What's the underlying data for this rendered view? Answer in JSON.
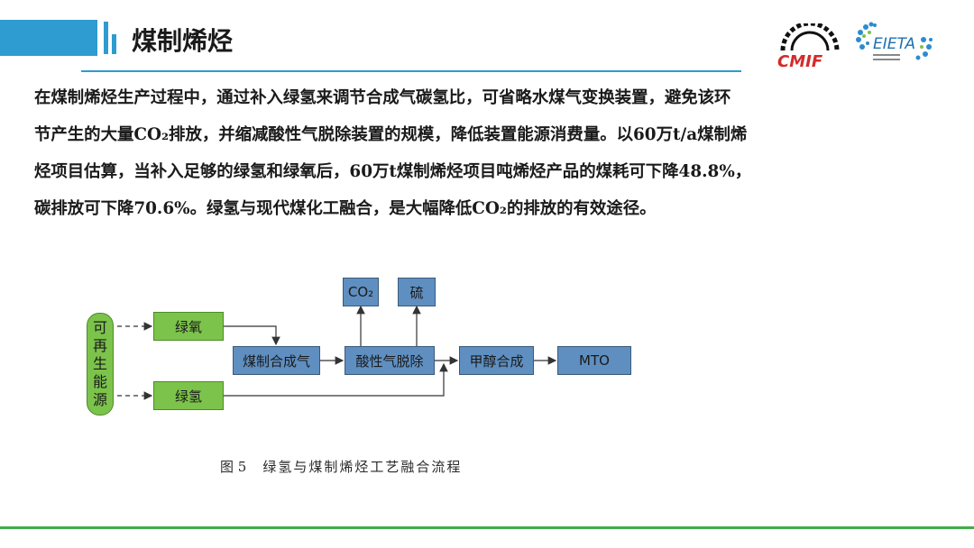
{
  "header": {
    "title": "煤制烯烃",
    "logos": [
      "CMIF",
      "EIETA"
    ],
    "accent_color": "#2e9bd1"
  },
  "body": {
    "lines": [
      "在煤制烯烃生产过程中，通过补入绿氢来调节合成气碳氢比，可省略水煤气变换装置，避免该环",
      "节产生的大量CO₂排放，并缩减酸性气脱除装置的规模，降低装置能源消费量。以60万t/a煤制烯",
      "烃项目估算，当补入足够的绿氢和绿氧后，60万t煤制烯烃项目吨烯烃产品的煤耗可下降48.8%，",
      "碳排放可下降70.6%。绿氢与现代煤化工融合，是大幅降低CO₂的排放的有效途径。"
    ]
  },
  "diagram": {
    "source": [
      "可",
      "再",
      "生",
      "能",
      "源"
    ],
    "nodes": {
      "green_h2": "绿氧",
      "green_o2": "绿氢",
      "syngas": "煤制合成气",
      "acid_gas": "酸性气脱除",
      "methanol": "甲醇合成",
      "mto": "MTO",
      "co2": "CO₂",
      "sulfur": "硫"
    },
    "colors": {
      "process": "#5f8fc0",
      "green": "#7cc34b",
      "arrow": "#333333"
    }
  },
  "caption": {
    "number": "图 5",
    "text": "绿氢与煤制烯烃工艺融合流程"
  },
  "footer": {
    "rule_color": "#3fae49"
  }
}
